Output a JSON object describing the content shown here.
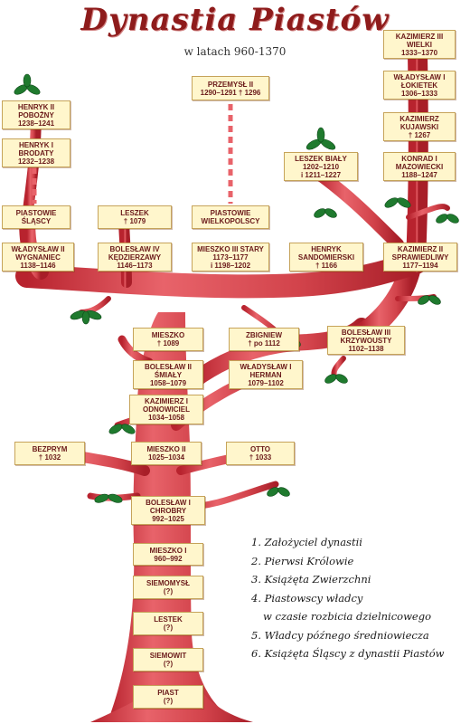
{
  "header": {
    "title": "Dynastia Piastów",
    "subtitle": "w latach 960-1370"
  },
  "colors": {
    "trunk": "#d4434b",
    "box_fill": "#fff6cc",
    "title": "#8e1b1b",
    "leaf": "#1f7a2e"
  },
  "boxes": [
    {
      "key": "piast",
      "lines": [
        "PIAST",
        "(?)"
      ]
    },
    {
      "key": "siemowit",
      "lines": [
        "SIEMOWIT",
        "(?)"
      ]
    },
    {
      "key": "lestek",
      "lines": [
        "LESTEK",
        "(?)"
      ]
    },
    {
      "key": "siemomysl",
      "lines": [
        "SIEMOMYSŁ",
        "(?)"
      ]
    },
    {
      "key": "mieszko1",
      "lines": [
        "MIESZKO I",
        "960–992"
      ]
    },
    {
      "key": "boleslaw1",
      "lines": [
        "BOLESŁAW I",
        "CHROBRY",
        "992–1025"
      ]
    },
    {
      "key": "bezprym",
      "lines": [
        "BEZPRYM",
        "† 1032"
      ]
    },
    {
      "key": "mieszko2",
      "lines": [
        "MIESZKO II",
        "1025–1034"
      ]
    },
    {
      "key": "otto",
      "lines": [
        "OTTO",
        "† 1033"
      ]
    },
    {
      "key": "kazimierz1",
      "lines": [
        "KAZIMIERZ I",
        "ODNOWICIEL",
        "1034–1058"
      ]
    },
    {
      "key": "boleslaw2",
      "lines": [
        "BOLESŁAW II",
        "ŚMIAŁY",
        "1058–1079"
      ]
    },
    {
      "key": "mieszko",
      "lines": [
        "MIESZKO",
        "† 1089"
      ]
    },
    {
      "key": "zbigniew",
      "lines": [
        "ZBIGNIEW",
        "† po 1112"
      ]
    },
    {
      "key": "wladyslaw1",
      "lines": [
        "WŁADYSŁAW I",
        "HERMAN",
        "1079–1102"
      ]
    },
    {
      "key": "boleslaw3",
      "lines": [
        "BOLESŁAW III",
        "KRZYWOUSTY",
        "1102–1138"
      ]
    },
    {
      "key": "wladyslaw2",
      "lines": [
        "WŁADYSŁAW II",
        "WYGNANIEC",
        "1138–1146"
      ]
    },
    {
      "key": "boleslaw4",
      "lines": [
        "BOLESŁAW IV",
        "KĘDZIERZAWY",
        "1146–1173"
      ]
    },
    {
      "key": "mieszko3",
      "lines": [
        "MIESZKO III STARY",
        "1173–1177",
        "i 1198–1202"
      ]
    },
    {
      "key": "henryk_s",
      "lines": [
        "HENRYK",
        "SANDOMIERSKI",
        "† 1166"
      ]
    },
    {
      "key": "kazimierz2",
      "lines": [
        "KAZIMIERZ II",
        "SPRAWIEDLIWY",
        "1177–1194"
      ]
    },
    {
      "key": "piastowie_sl",
      "lines": [
        "PIASTOWIE",
        "ŚLĄSCY"
      ]
    },
    {
      "key": "leszek",
      "lines": [
        "LESZEK",
        "† 1079"
      ]
    },
    {
      "key": "piastowie_wlkp",
      "lines": [
        "PIASTOWIE",
        "WIELKOPOLSCY"
      ]
    },
    {
      "key": "henryk1",
      "lines": [
        "HENRYK I",
        "BRODATY",
        "1232–1238"
      ]
    },
    {
      "key": "henryk2",
      "lines": [
        "HENRYK II",
        "POBOŻNY",
        "1238–1241"
      ]
    },
    {
      "key": "przemysl2",
      "lines": [
        "PRZEMYSŁ II",
        "1290–1291 † 1296"
      ]
    },
    {
      "key": "leszek_bialy",
      "lines": [
        "LESZEK BIAŁY",
        "1202–1210",
        "i 1211–1227"
      ]
    },
    {
      "key": "konrad1",
      "lines": [
        "KONRAD I",
        "MAZOWIECKI",
        "1188–1247"
      ]
    },
    {
      "key": "kazimierz_kuj",
      "lines": [
        "KAZIMIERZ",
        "KUJAWSKI",
        "† 1267"
      ]
    },
    {
      "key": "wladyslaw_lok",
      "lines": [
        "WŁADYSŁAW I",
        "ŁOKIETEK",
        "1306–1333"
      ]
    },
    {
      "key": "kazimierz3",
      "lines": [
        "KAZIMIERZ III",
        "WIELKI",
        "1333–1370"
      ]
    }
  ],
  "legend": [
    "1. Założyciel dynastii",
    "2. Pierwsi Królowie",
    "3. Książęta Zwierzchni",
    "4. Piastowscy władcy",
    "w czasie rozbicia dzielnicowego",
    "5. Władcy późnego średniowiecza",
    "6. Książęta Śląscy z dynastii Piastów"
  ]
}
